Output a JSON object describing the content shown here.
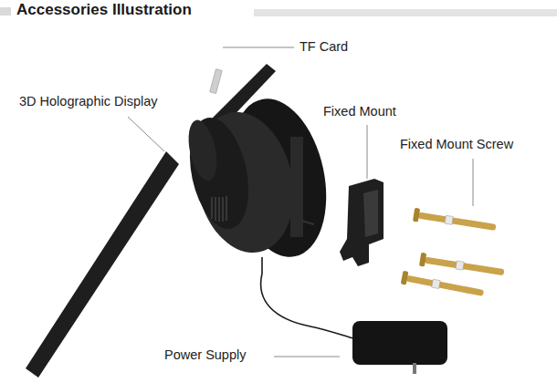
{
  "diagram": {
    "title": "Accessories Illustration",
    "labels": [
      "TF Card",
      "3D Holographic Display",
      "Fixed Mount",
      "Fixed Mount Screw",
      "Power Supply"
    ]
  }
}
